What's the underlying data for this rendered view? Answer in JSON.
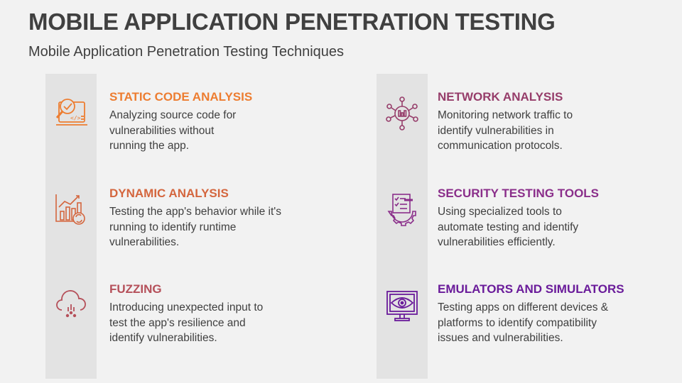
{
  "header": {
    "title": "MOBILE APPLICATION PENETRATION TESTING",
    "subtitle": "Mobile Application Penetration Testing Techniques"
  },
  "techniques": [
    {
      "title": "STATIC CODE ANALYSIS",
      "description": "Analyzing source code for vulnerabilities without running the app.",
      "icon": "code-review-icon",
      "color": "#ED7D31"
    },
    {
      "title": "DYNAMIC ANALYSIS",
      "description": "Testing the app's behavior while it's running to identify runtime vulnerabilities.",
      "icon": "analytics-refresh-icon",
      "color": "#D4663E"
    },
    {
      "title": "FUZZING",
      "description": "Introducing unexpected input to test the app's resilience and identify vulnerabilities.",
      "icon": "cloud-alert-icon",
      "color": "#B5505A"
    },
    {
      "title": "NETWORK ANALYSIS",
      "description": "Monitoring network traffic to identify vulnerabilities in communication protocols.",
      "icon": "network-hub-icon",
      "color": "#963D6A"
    },
    {
      "title": "SECURITY TESTING TOOLS",
      "description": "Using specialized tools to automate testing and identify vulnerabilities efficiently.",
      "icon": "gear-checklist-icon",
      "color": "#8A2E8A"
    },
    {
      "title": "EMULATORS AND SIMULATORS",
      "description": "Testing apps on different devices & platforms to identify compatibility issues and vulnerabilities.",
      "icon": "monitor-eye-icon",
      "color": "#6A1B9A"
    }
  ]
}
